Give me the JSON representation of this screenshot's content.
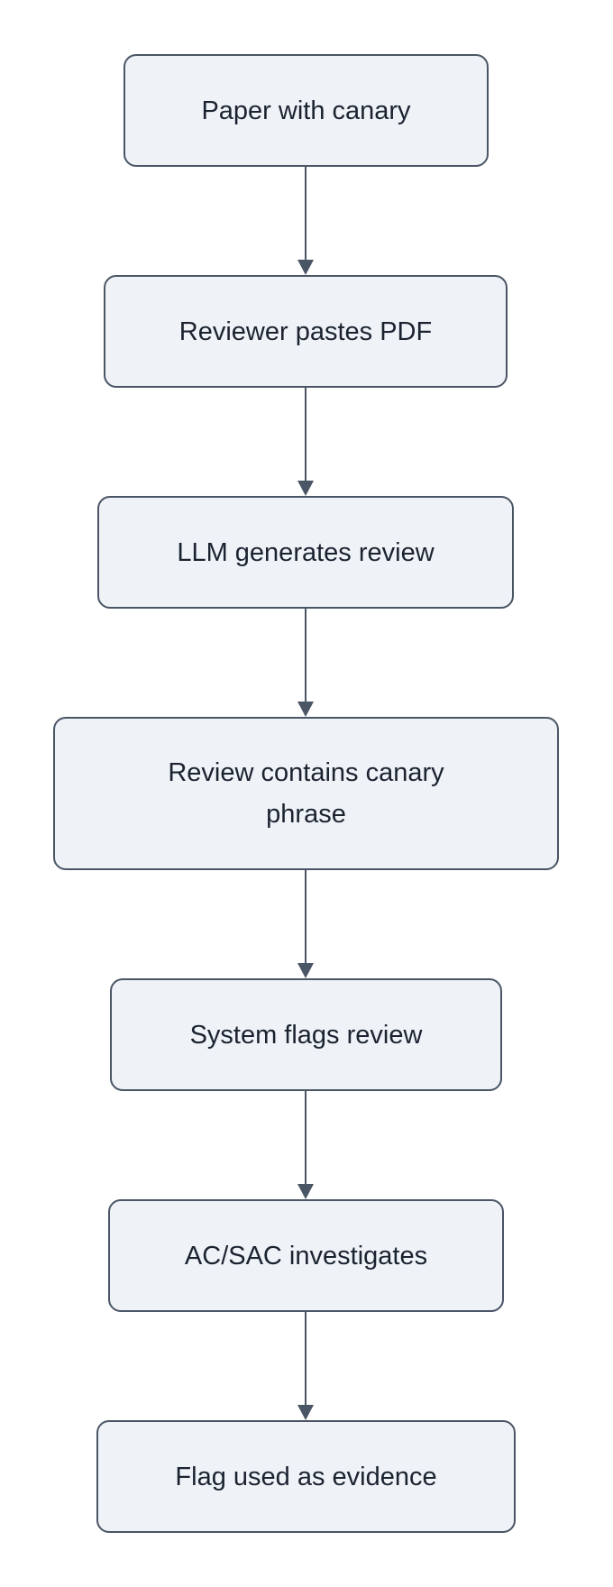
{
  "diagram": {
    "type": "flowchart",
    "direction": "top-to-bottom",
    "colors": {
      "node_fill": "#eff3f8",
      "node_border": "#4a5565",
      "text": "#1b2330",
      "edge": "#4a5565"
    },
    "nodes": [
      {
        "id": "paper",
        "label": "Paper with canary"
      },
      {
        "id": "paste",
        "label": "Reviewer pastes PDF"
      },
      {
        "id": "generate",
        "label": "LLM generates review"
      },
      {
        "id": "contains",
        "label": "Review contains canary phrase"
      },
      {
        "id": "flags",
        "label": "System flags review"
      },
      {
        "id": "investigates",
        "label": "AC/SAC investigates"
      },
      {
        "id": "evidence",
        "label": "Flag used as evidence"
      }
    ],
    "edges": [
      {
        "from": "paper",
        "to": "paste"
      },
      {
        "from": "paste",
        "to": "generate"
      },
      {
        "from": "generate",
        "to": "contains"
      },
      {
        "from": "contains",
        "to": "flags"
      },
      {
        "from": "flags",
        "to": "investigates"
      },
      {
        "from": "investigates",
        "to": "evidence"
      }
    ]
  }
}
